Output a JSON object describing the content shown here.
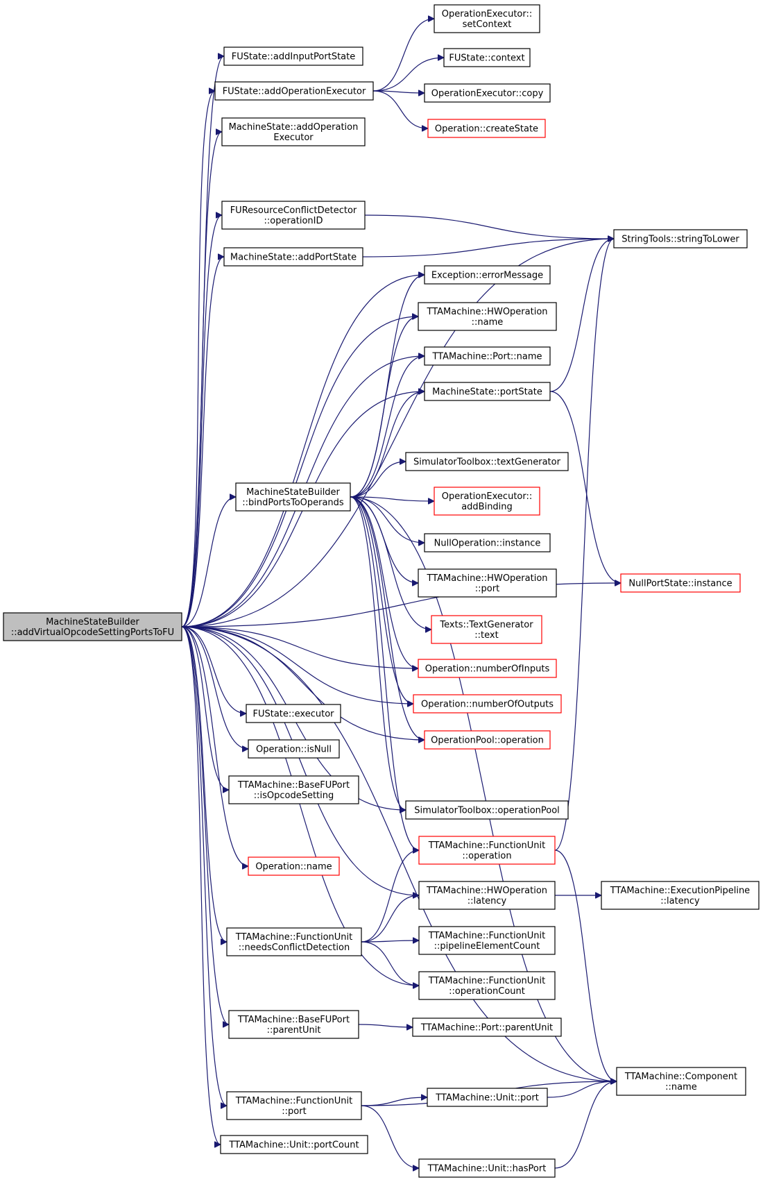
{
  "nodes": [
    {
      "id": "root",
      "lines": [
        "MachineStateBuilder",
        "::addVirtualOpcodeSettingPortsToFU"
      ],
      "style": "root"
    },
    {
      "id": "addInputPortState",
      "lines": [
        "FUState::addInputPortState"
      ],
      "style": "normal"
    },
    {
      "id": "addOperationExecutor",
      "lines": [
        "FUState::addOperationExecutor"
      ],
      "style": "normal"
    },
    {
      "id": "msAddOperationExecutor",
      "lines": [
        "MachineState::addOperation",
        "Executor"
      ],
      "style": "normal"
    },
    {
      "id": "frcdOperationID",
      "lines": [
        "FUResourceConflictDetector",
        "::operationID"
      ],
      "style": "normal"
    },
    {
      "id": "addPortState",
      "lines": [
        "MachineState::addPortState"
      ],
      "style": "normal"
    },
    {
      "id": "bindPortsToOperands",
      "lines": [
        "MachineStateBuilder",
        "::bindPortsToOperands"
      ],
      "style": "normal"
    },
    {
      "id": "fuStateExecutor",
      "lines": [
        "FUState::executor"
      ],
      "style": "normal"
    },
    {
      "id": "opIsNull",
      "lines": [
        "Operation::isNull"
      ],
      "style": "normal"
    },
    {
      "id": "isOpcodeSetting",
      "lines": [
        "TTAMachine::BaseFUPort",
        "::isOpcodeSetting"
      ],
      "style": "normal"
    },
    {
      "id": "operationName",
      "lines": [
        "Operation::name"
      ],
      "style": "red"
    },
    {
      "id": "needsConflictDetection",
      "lines": [
        "TTAMachine::FunctionUnit",
        "::needsConflictDetection"
      ],
      "style": "normal"
    },
    {
      "id": "baseParentUnit",
      "lines": [
        "TTAMachine::BaseFUPort",
        "::parentUnit"
      ],
      "style": "normal"
    },
    {
      "id": "fuPort",
      "lines": [
        "TTAMachine::FunctionUnit",
        "::port"
      ],
      "style": "normal"
    },
    {
      "id": "unitPortCount",
      "lines": [
        "TTAMachine::Unit::portCount"
      ],
      "style": "normal"
    },
    {
      "id": "oeSetContext",
      "lines": [
        "OperationExecutor::",
        "setContext"
      ],
      "style": "normal"
    },
    {
      "id": "fuStateContext",
      "lines": [
        "FUState::context"
      ],
      "style": "normal"
    },
    {
      "id": "oeCopy",
      "lines": [
        "OperationExecutor::copy"
      ],
      "style": "normal"
    },
    {
      "id": "opCreateState",
      "lines": [
        "Operation::createState"
      ],
      "style": "red"
    },
    {
      "id": "exErrorMessage",
      "lines": [
        "Exception::errorMessage"
      ],
      "style": "normal"
    },
    {
      "id": "hwopName",
      "lines": [
        "TTAMachine::HWOperation",
        "::name"
      ],
      "style": "normal"
    },
    {
      "id": "portName",
      "lines": [
        "TTAMachine::Port::name"
      ],
      "style": "normal"
    },
    {
      "id": "msPortState",
      "lines": [
        "MachineState::portState"
      ],
      "style": "normal"
    },
    {
      "id": "stTextGenerator",
      "lines": [
        "SimulatorToolbox::textGenerator"
      ],
      "style": "normal"
    },
    {
      "id": "oeAddBinding",
      "lines": [
        "OperationExecutor::",
        "addBinding"
      ],
      "style": "red"
    },
    {
      "id": "nullOpInstance",
      "lines": [
        "NullOperation::instance"
      ],
      "style": "normal"
    },
    {
      "id": "hwopPort",
      "lines": [
        "TTAMachine::HWOperation",
        "::port"
      ],
      "style": "normal"
    },
    {
      "id": "textsText",
      "lines": [
        "Texts::TextGenerator",
        "::text"
      ],
      "style": "red"
    },
    {
      "id": "opNumInputs",
      "lines": [
        "Operation::numberOfInputs"
      ],
      "style": "red"
    },
    {
      "id": "opNumOutputs",
      "lines": [
        "Operation::numberOfOutputs"
      ],
      "style": "red"
    },
    {
      "id": "opPoolOperation",
      "lines": [
        "OperationPool::operation"
      ],
      "style": "red"
    },
    {
      "id": "stOperationPool",
      "lines": [
        "SimulatorToolbox::operationPool"
      ],
      "style": "normal"
    },
    {
      "id": "fuOperation",
      "lines": [
        "TTAMachine::FunctionUnit",
        "::operation"
      ],
      "style": "red"
    },
    {
      "id": "hwopLatency",
      "lines": [
        "TTAMachine::HWOperation",
        "::latency"
      ],
      "style": "normal"
    },
    {
      "id": "fuPipelineCount",
      "lines": [
        "TTAMachine::FunctionUnit",
        "::pipelineElementCount"
      ],
      "style": "normal"
    },
    {
      "id": "fuOperationCount",
      "lines": [
        "TTAMachine::FunctionUnit",
        "::operationCount"
      ],
      "style": "normal"
    },
    {
      "id": "portParentUnit",
      "lines": [
        "TTAMachine::Port::parentUnit"
      ],
      "style": "normal"
    },
    {
      "id": "unitPort",
      "lines": [
        "TTAMachine::Unit::port"
      ],
      "style": "normal"
    },
    {
      "id": "unitHasPort",
      "lines": [
        "TTAMachine::Unit::hasPort"
      ],
      "style": "normal"
    },
    {
      "id": "stringToLower",
      "lines": [
        "StringTools::stringToLower"
      ],
      "style": "normal"
    },
    {
      "id": "nullPortStateInstance",
      "lines": [
        "NullPortState::instance"
      ],
      "style": "red"
    },
    {
      "id": "epLatency",
      "lines": [
        "TTAMachine::ExecutionPipeline",
        "::latency"
      ],
      "style": "normal"
    },
    {
      "id": "componentName",
      "lines": [
        "TTAMachine::Component",
        "::name"
      ],
      "style": "normal"
    }
  ],
  "edges": [
    [
      "root",
      "addInputPortState"
    ],
    [
      "root",
      "addOperationExecutor"
    ],
    [
      "root",
      "msAddOperationExecutor"
    ],
    [
      "root",
      "stringToLower"
    ],
    [
      "root",
      "frcdOperationID"
    ],
    [
      "root",
      "addPortState"
    ],
    [
      "root",
      "exErrorMessage"
    ],
    [
      "root",
      "hwopName"
    ],
    [
      "root",
      "portName"
    ],
    [
      "root",
      "msPortState"
    ],
    [
      "root",
      "bindPortsToOperands"
    ],
    [
      "root",
      "opNumInputs"
    ],
    [
      "root",
      "opNumOutputs"
    ],
    [
      "root",
      "opPoolOperation"
    ],
    [
      "root",
      "nullPortStateInstance"
    ],
    [
      "root",
      "fuStateExecutor"
    ],
    [
      "root",
      "opIsNull"
    ],
    [
      "root",
      "isOpcodeSetting"
    ],
    [
      "root",
      "stOperationPool"
    ],
    [
      "root",
      "operationName"
    ],
    [
      "root",
      "hwopLatency"
    ],
    [
      "root",
      "needsConflictDetection"
    ],
    [
      "root",
      "fuOperationCount"
    ],
    [
      "root",
      "baseParentUnit"
    ],
    [
      "root",
      "componentName"
    ],
    [
      "root",
      "fuPort"
    ],
    [
      "root",
      "unitPortCount"
    ],
    [
      "addOperationExecutor",
      "oeSetContext"
    ],
    [
      "addOperationExecutor",
      "fuStateContext"
    ],
    [
      "addOperationExecutor",
      "oeCopy"
    ],
    [
      "addOperationExecutor",
      "opCreateState"
    ],
    [
      "frcdOperationID",
      "stringToLower"
    ],
    [
      "addPortState",
      "stringToLower"
    ],
    [
      "bindPortsToOperands",
      "exErrorMessage"
    ],
    [
      "bindPortsToOperands",
      "hwopName"
    ],
    [
      "bindPortsToOperands",
      "portName"
    ],
    [
      "bindPortsToOperands",
      "msPortState"
    ],
    [
      "bindPortsToOperands",
      "componentName"
    ],
    [
      "bindPortsToOperands",
      "stTextGenerator"
    ],
    [
      "bindPortsToOperands",
      "oeAddBinding"
    ],
    [
      "bindPortsToOperands",
      "nullOpInstance"
    ],
    [
      "bindPortsToOperands",
      "hwopPort"
    ],
    [
      "bindPortsToOperands",
      "textsText"
    ],
    [
      "bindPortsToOperands",
      "opNumInputs"
    ],
    [
      "bindPortsToOperands",
      "opNumOutputs"
    ],
    [
      "bindPortsToOperands",
      "opPoolOperation"
    ],
    [
      "bindPortsToOperands",
      "stOperationPool"
    ],
    [
      "bindPortsToOperands",
      "fuOperation"
    ],
    [
      "msPortState",
      "stringToLower"
    ],
    [
      "msPortState",
      "nullPortStateInstance"
    ],
    [
      "fuOperation",
      "stringToLower"
    ],
    [
      "fuOperation",
      "componentName"
    ],
    [
      "hwopLatency",
      "epLatency"
    ],
    [
      "needsConflictDetection",
      "fuOperation"
    ],
    [
      "needsConflictDetection",
      "hwopLatency"
    ],
    [
      "needsConflictDetection",
      "fuPipelineCount"
    ],
    [
      "needsConflictDetection",
      "fuOperationCount"
    ],
    [
      "baseParentUnit",
      "portParentUnit"
    ],
    [
      "fuPort",
      "unitPort"
    ],
    [
      "fuPort",
      "componentName"
    ],
    [
      "fuPort",
      "unitHasPort"
    ],
    [
      "unitPort",
      "componentName"
    ],
    [
      "unitHasPort",
      "componentName"
    ]
  ]
}
